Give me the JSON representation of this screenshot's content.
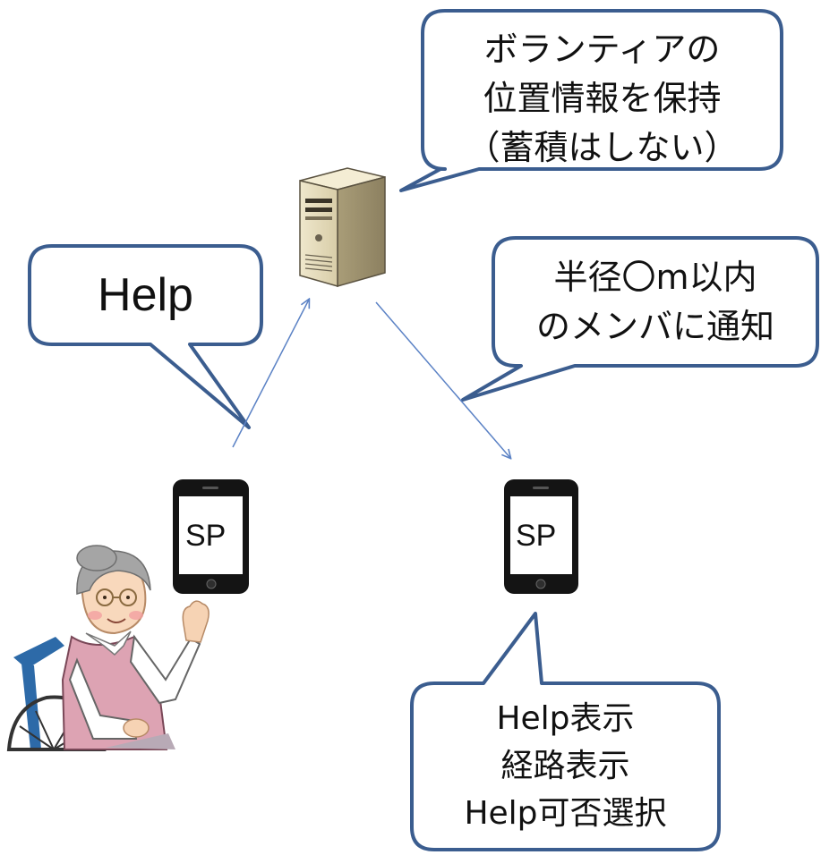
{
  "server_callout": {
    "lines": [
      "ボランティアの",
      "位置情報を保持",
      "（蓄積はしない）"
    ]
  },
  "help_callout": {
    "text": "Help"
  },
  "notify_callout": {
    "lines": [
      "半径〇m以内",
      "のメンバに通知"
    ]
  },
  "result_callout": {
    "lines": [
      "Help表示",
      "経路表示",
      "Help可否選択"
    ]
  },
  "phone_left": {
    "label": "SP"
  },
  "phone_right": {
    "label": "SP"
  },
  "icons": [
    "server-icon",
    "smartphone-icon",
    "elderly-wheelchair-user-icon"
  ],
  "colors": {
    "callout_border": "#3b5d8f",
    "arrow": "#5b82c5",
    "phone": "#141414"
  }
}
